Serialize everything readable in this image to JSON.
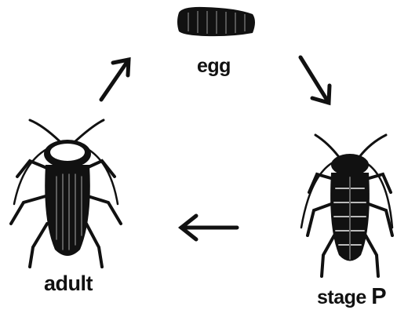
{
  "diagram": {
    "labels": {
      "egg": "egg",
      "adult": "adult",
      "stage_word": "stage",
      "stage_letter": "P"
    },
    "stages": [
      {
        "id": "egg",
        "icon": "egg-pod-icon"
      },
      {
        "id": "nymph",
        "icon": "cockroach-nymph-icon"
      },
      {
        "id": "adult",
        "icon": "cockroach-adult-icon"
      }
    ],
    "arrows": [
      {
        "from": "adult",
        "to": "egg",
        "icon": "arrow-up-right-icon"
      },
      {
        "from": "egg",
        "to": "nymph",
        "icon": "arrow-down-right-icon"
      },
      {
        "from": "nymph",
        "to": "adult",
        "icon": "arrow-left-icon"
      }
    ],
    "colors": {
      "ink": "#111111",
      "background": "#ffffff"
    }
  }
}
